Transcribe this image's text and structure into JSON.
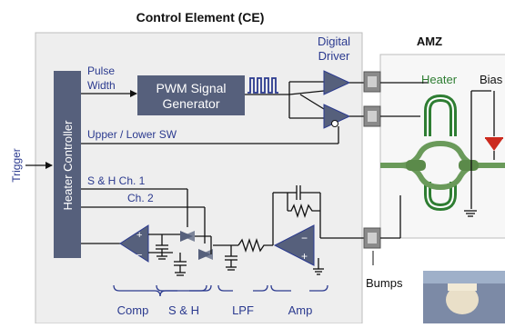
{
  "title": "Control Element (CE)",
  "amz_title": "AMZ",
  "trigger": "Trigger",
  "heater_controller": "Heater Controller",
  "pulse_width": [
    "Pulse",
    "Width"
  ],
  "pwm_block": [
    "PWM Signal",
    "Generator"
  ],
  "digital_driver": [
    "Digital",
    "Driver"
  ],
  "upper_lower_sw": "Upper / Lower SW",
  "sh_ch1": "S & H Ch. 1",
  "sh_ch2": "Ch. 2",
  "heater_label": "Heater",
  "bias_label": "Bias",
  "bumps_label": "Bumps",
  "op_plus": "+",
  "op_minus": "−",
  "sections": [
    "Comp",
    "S & H",
    "LPF",
    "Amp"
  ],
  "colors": {
    "ce_bg": "#eeeeee",
    "block_fill": "#56607c",
    "block_text": "#ffffff",
    "label_blue": "#2b3a8f",
    "wire": "#111111",
    "heater_green": "#2e7d32",
    "waveguide_green": "#6a9a5a",
    "diode_red": "#cc2a1e"
  }
}
